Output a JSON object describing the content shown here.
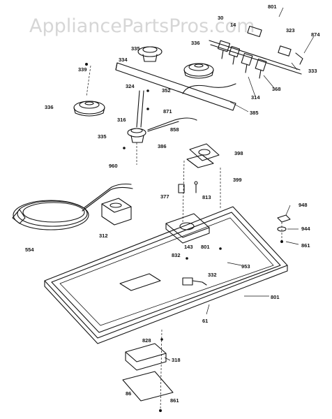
{
  "watermark": "AppliancePartsPros.com",
  "labels": {
    "l801a": "801",
    "l30": "30",
    "l14": "14",
    "l323": "323",
    "l874": "874",
    "l333": "333",
    "l368": "368",
    "l314": "314",
    "l335a": "335",
    "l336a": "336",
    "l339": "339",
    "l334": "334",
    "l324": "324",
    "l352": "352",
    "l336b": "336",
    "l871": "871",
    "l385": "385",
    "l316": "316",
    "l335b": "335",
    "l858": "858",
    "l386": "386",
    "l960": "960",
    "l398": "398",
    "l399": "399",
    "l377": "377",
    "l813": "813",
    "l312": "312",
    "l554": "554",
    "l948": "948",
    "l944": "944",
    "l861a": "861",
    "l143": "143",
    "l801b": "801",
    "l832": "832",
    "l953": "953",
    "l332": "332",
    "l801c": "801",
    "l61": "61",
    "l828": "828",
    "l318": "318",
    "l86": "86",
    "l861b": "861"
  }
}
